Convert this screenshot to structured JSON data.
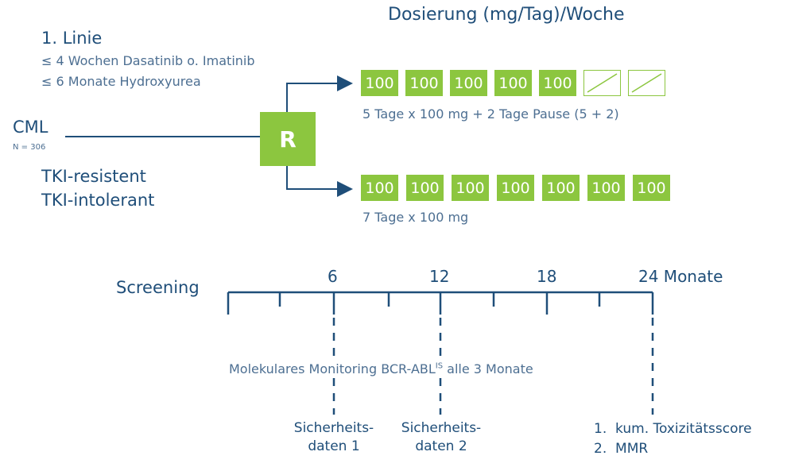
{
  "header": {
    "dosing_title": "Dosierung (mg/Tag)/Woche"
  },
  "line1": {
    "title": "1. Linie",
    "items": [
      "≤ 4 Wochen Dasatinib o. Imatinib",
      "≤ 6 Monate Hydroxyurea"
    ]
  },
  "population": {
    "label": "CML",
    "n": "N = 306"
  },
  "tki": {
    "resistant": "TKI-resistent",
    "intolerant": "TKI-intolerant"
  },
  "randomization": {
    "label": "R"
  },
  "arm_a": {
    "doses": [
      "100",
      "100",
      "100",
      "100",
      "100"
    ],
    "pause_days": 2,
    "caption": "5 Tage x 100 mg + 2 Tage Pause (5 + 2)"
  },
  "arm_b": {
    "doses": [
      "100",
      "100",
      "100",
      "100",
      "100",
      "100",
      "100"
    ],
    "caption": "7 Tage x 100 mg"
  },
  "timeline": {
    "screening": "Screening",
    "labels": {
      "m6": "6",
      "m12": "12",
      "m18": "18",
      "m24": "24 Monate"
    },
    "monitoring_pre": "Molekulares Monitoring BCR-ABL",
    "monitoring_sup": "IS",
    "monitoring_post": " alle 3 Monate",
    "safety1": "Sicherheits-daten 1",
    "safety2": "Sicherheits-daten 2",
    "endpoints": [
      "kum. Toxizitätsscore",
      "MMR"
    ]
  },
  "colors": {
    "green": "#8cc63f",
    "navy": "#1f4e79"
  }
}
